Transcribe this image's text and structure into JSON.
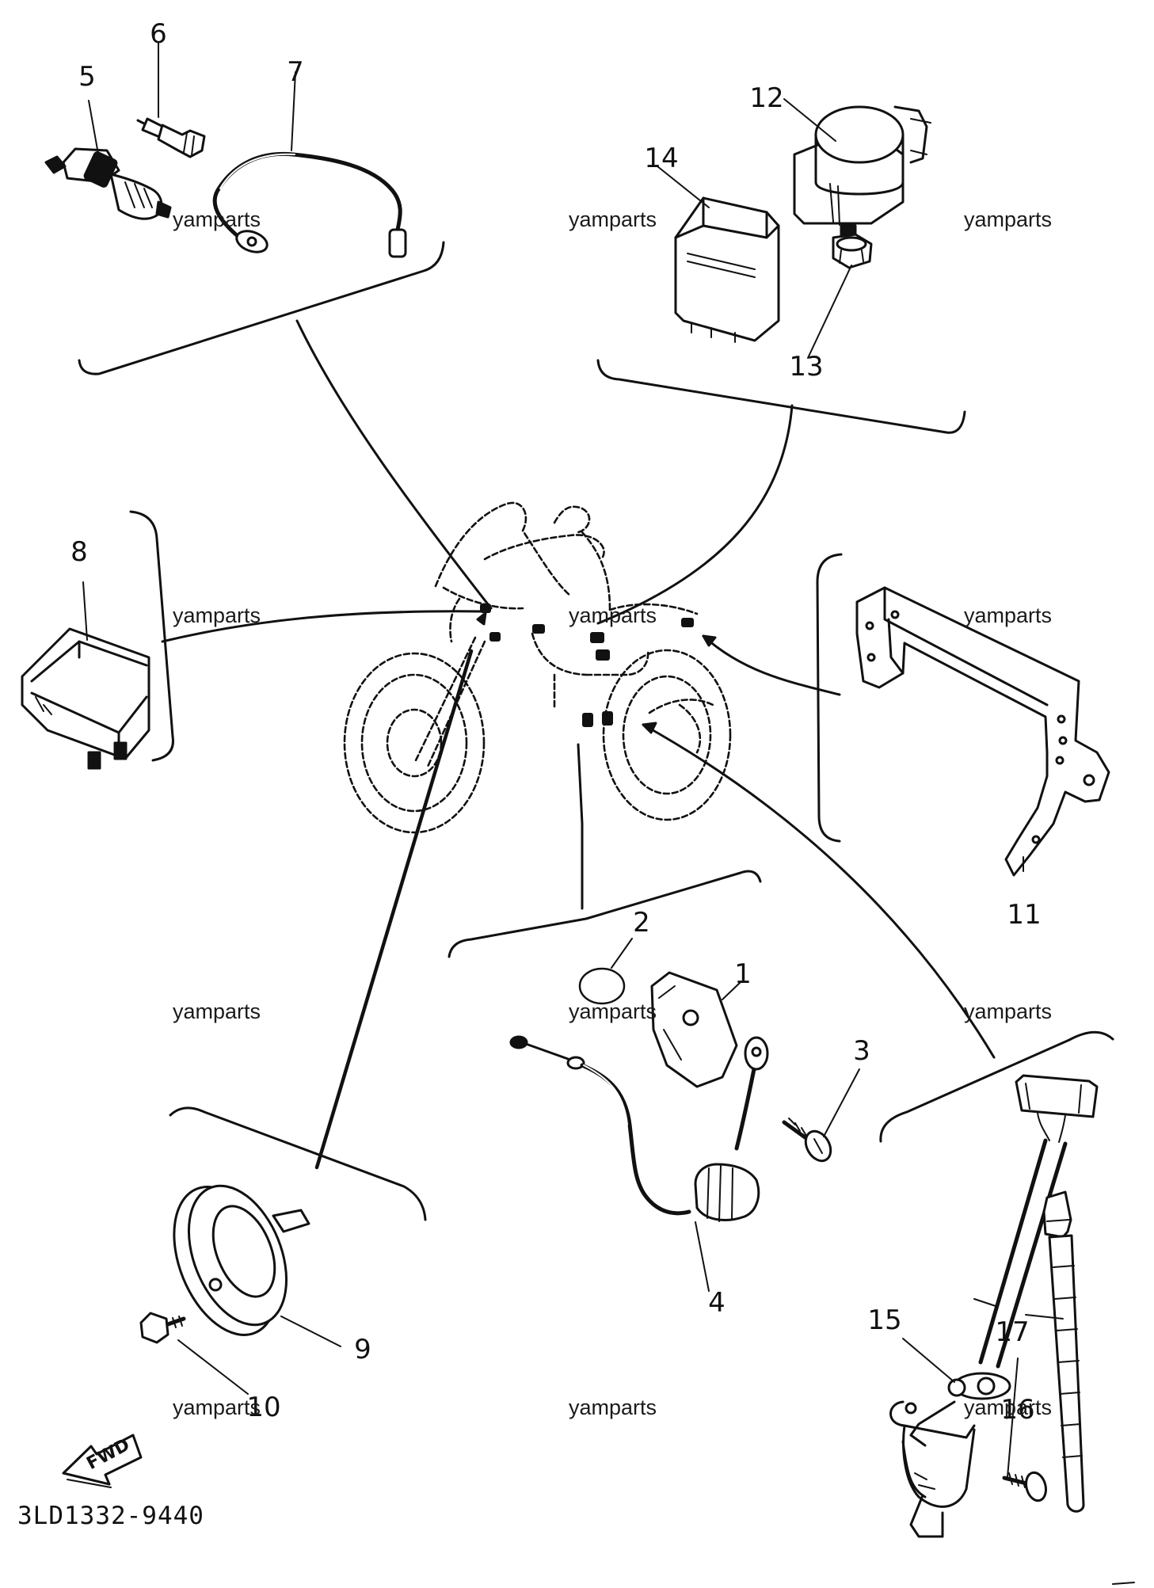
{
  "part_numbers": [
    "1",
    "2",
    "3",
    "4",
    "5",
    "6",
    "7",
    "8",
    "9",
    "10",
    "11",
    "12",
    "13",
    "14",
    "15",
    "16",
    "17"
  ],
  "watermark": "yamparts",
  "drawing_code": "3LD1332-9440",
  "direction_label": "FWD"
}
